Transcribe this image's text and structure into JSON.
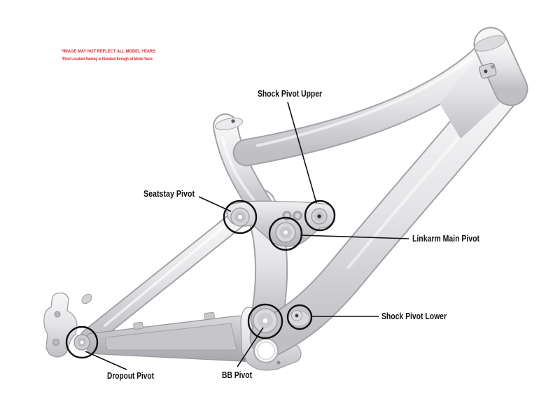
{
  "disclaimer": {
    "line1": "*IMAGE MAY NOT REFLECT ALL MODEL YEARS",
    "line2": "*Pivot Location Naming is Standard through all Model Years",
    "color": "#ec1c24"
  },
  "callouts": [
    {
      "id": "shock-pivot-upper",
      "label": "Shock Pivot Upper"
    },
    {
      "id": "seatstay-pivot",
      "label": "Seatstay Pivot"
    },
    {
      "id": "linkarm-main-pivot",
      "label": "Linkarm Main Pivot"
    },
    {
      "id": "shock-pivot-lower",
      "label": "Shock Pivot Lower"
    },
    {
      "id": "dropout-pivot",
      "label": "Dropout Pivot"
    },
    {
      "id": "bb-pivot",
      "label": "BB Pivot"
    }
  ],
  "colors": {
    "background": "#ffffff",
    "frame_highlight": "#f6f6f7",
    "frame_base": "#e4e4e7",
    "frame_shadow": "#bfbfc4",
    "chainstay_shadow": "#a6a6ab",
    "annotation": "#111111"
  }
}
